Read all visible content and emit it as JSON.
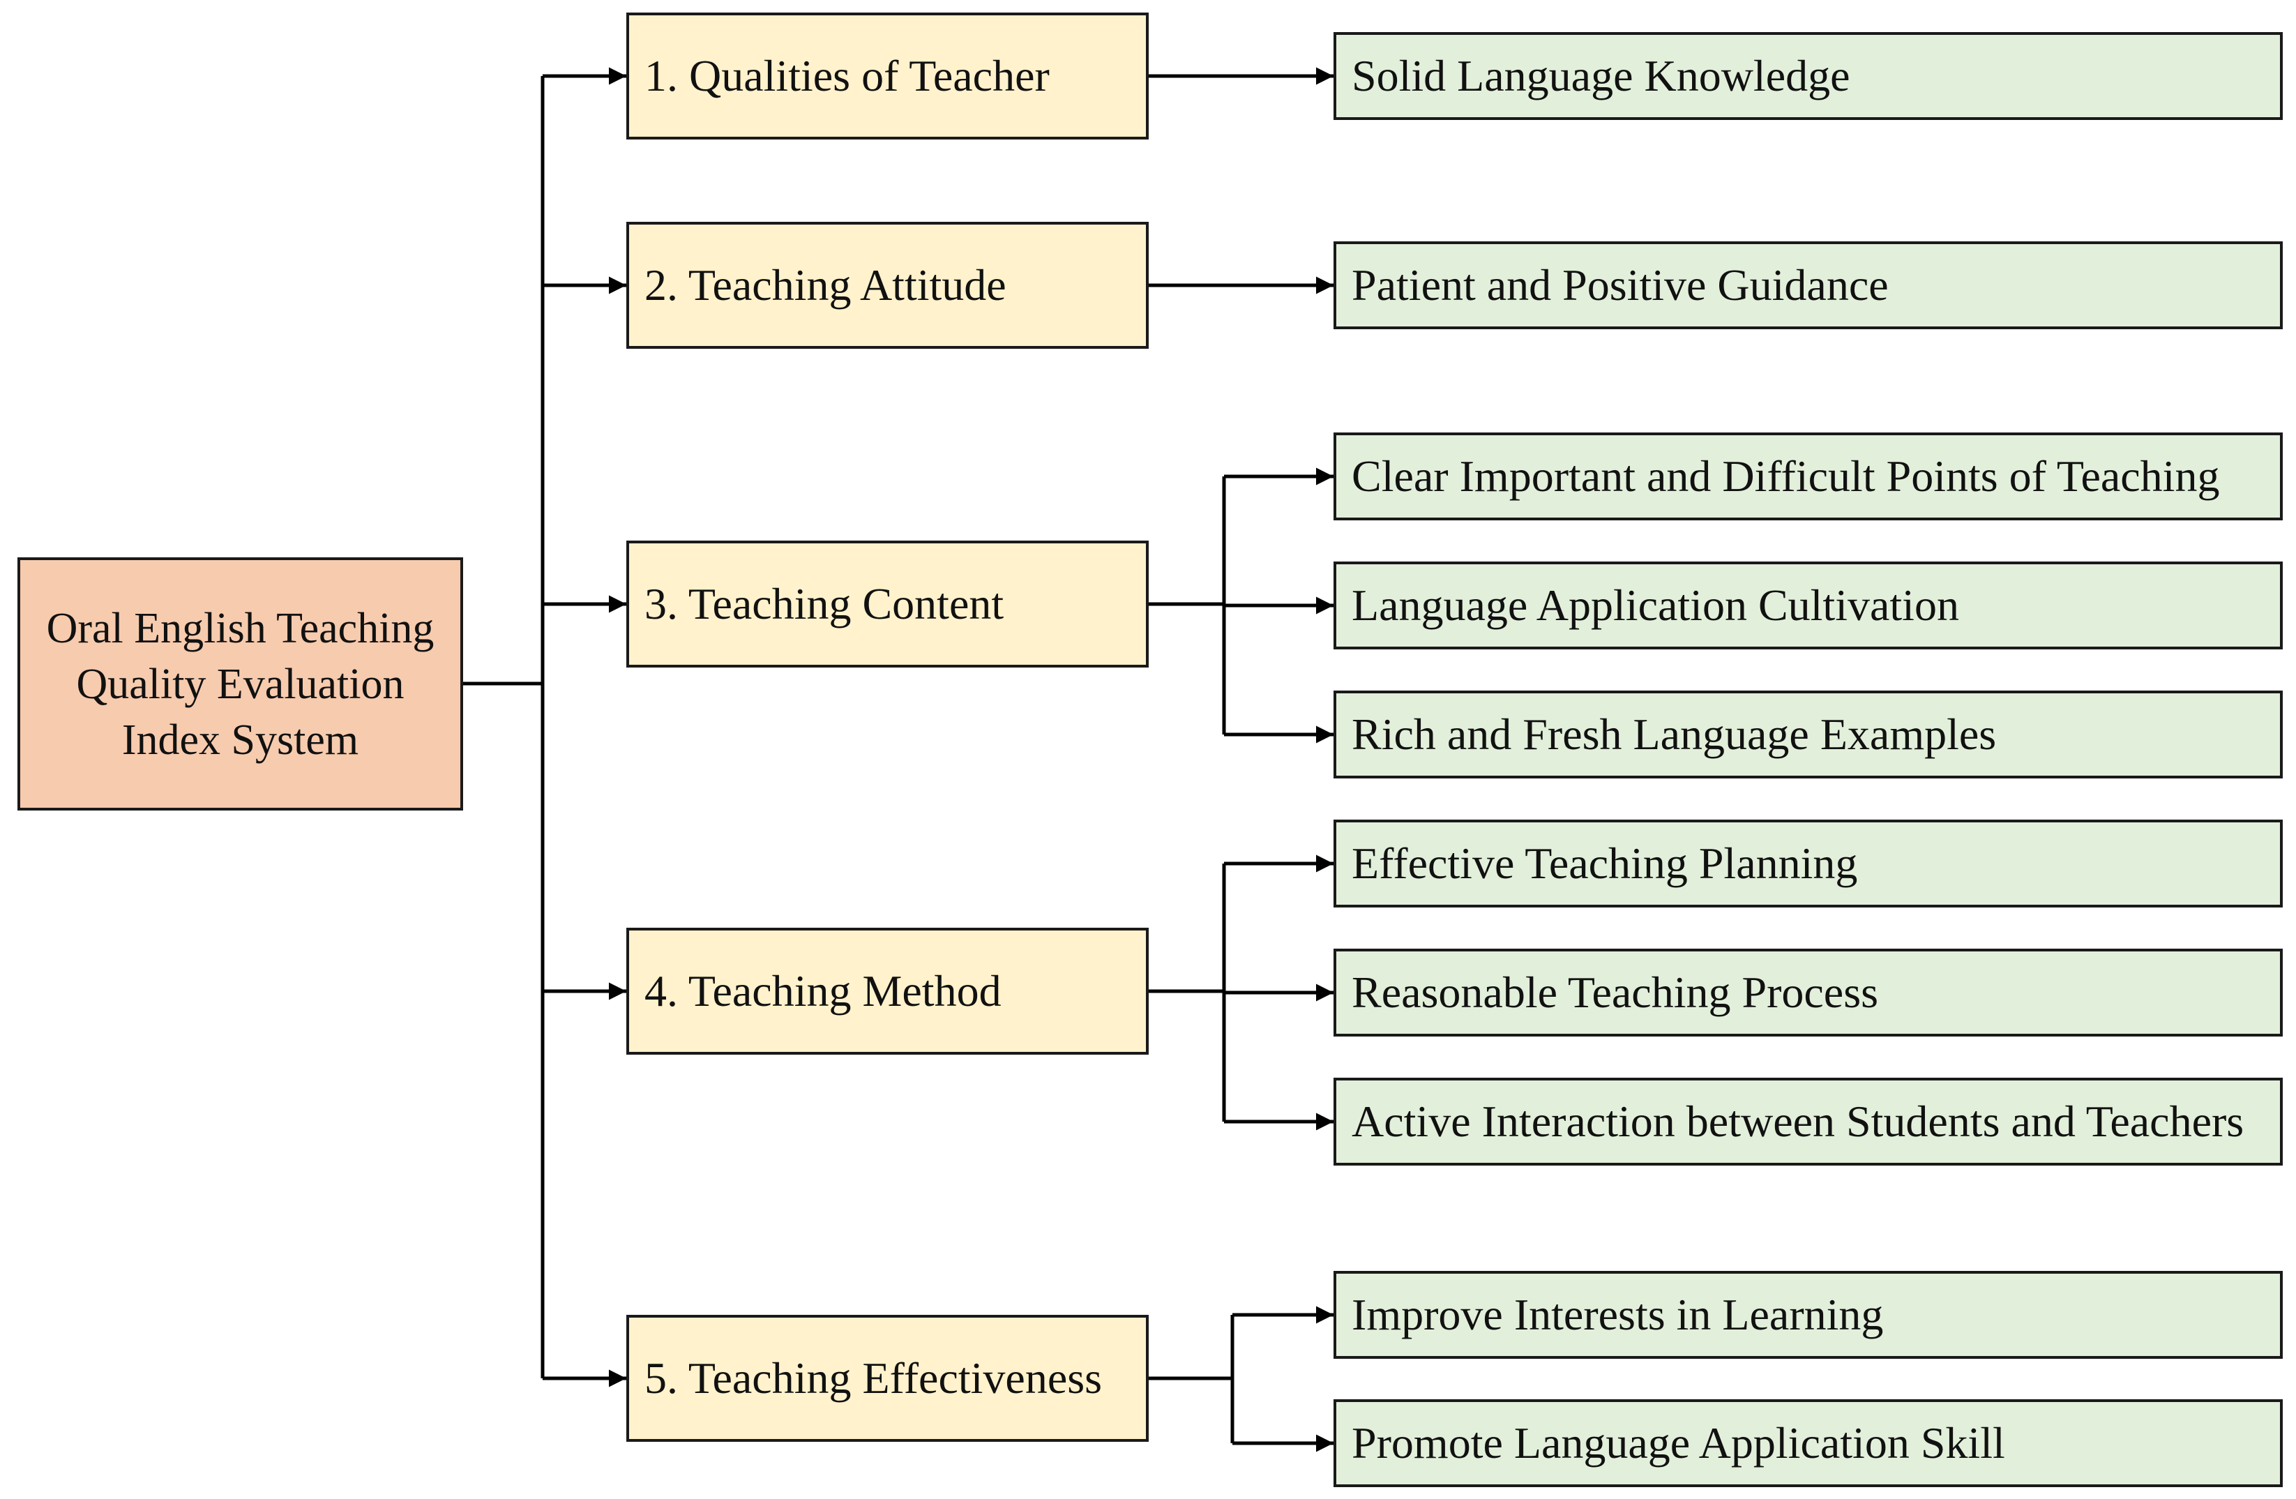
{
  "diagram": {
    "root": {
      "lines": [
        "Oral English Teaching",
        "Quality Evaluation",
        "Index System"
      ]
    },
    "categories": [
      {
        "label": "1. Qualities of Teacher"
      },
      {
        "label": "2. Teaching Attitude"
      },
      {
        "label": "3. Teaching Content"
      },
      {
        "label": "4. Teaching Method"
      },
      {
        "label": "5. Teaching Effectiveness"
      }
    ],
    "leaves": [
      {
        "label": "Solid Language Knowledge"
      },
      {
        "label": "Patient and Positive Guidance"
      },
      {
        "label": "Clear Important and Difficult Points of Teaching"
      },
      {
        "label": "Language Application Cultivation"
      },
      {
        "label": "Rich and Fresh Language Examples"
      },
      {
        "label": "Effective Teaching Planning"
      },
      {
        "label": "Reasonable Teaching Process"
      },
      {
        "label": "Active Interaction between Students and Teachers"
      },
      {
        "label": "Improve Interests in Learning"
      },
      {
        "label": "Promote Language Application Skill"
      }
    ],
    "colors": {
      "root_fill": "#f7cbae",
      "category_fill": "#fff2cc",
      "leaf_fill": "#e2efda",
      "line": "#000000"
    }
  }
}
